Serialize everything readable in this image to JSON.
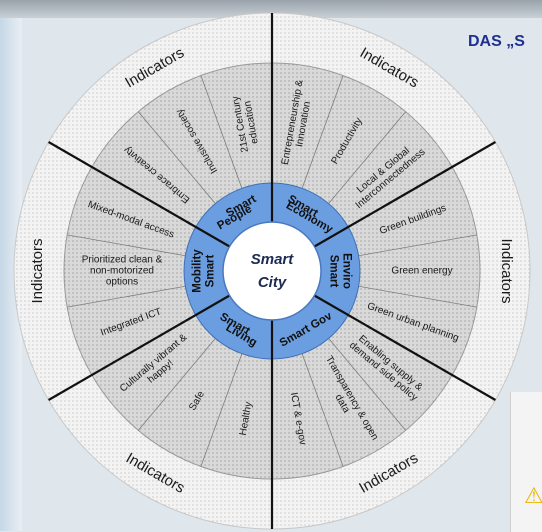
{
  "slide": {
    "title": "DAS „S",
    "warning_icon": "warning-triangle-icon"
  },
  "center": {
    "line1": "Smart",
    "line2": "City"
  },
  "outer_labels": [
    "Indicators",
    "Indicators",
    "Indicators",
    "Indicators",
    "Indicators",
    "Indicators"
  ],
  "dimensions": [
    {
      "name": "Smart People",
      "line1": "Smart",
      "line2": "People",
      "items": [
        "Embrace creativity",
        "Inclusive society",
        "21st Century education"
      ]
    },
    {
      "name": "Smart Economy",
      "line1": "Smart",
      "line2": "Economy",
      "items": [
        "Entrepreneurship & Innovation",
        "Productivity",
        "Local & Global Interconnectedness"
      ]
    },
    {
      "name": "Smart Enviro",
      "line1": "Smart",
      "line2": "Enviro",
      "items": [
        "Green buildings",
        "Green energy",
        "Green urban planning"
      ]
    },
    {
      "name": "Smart Gov",
      "line1": "Smart Gov",
      "line2": "",
      "items": [
        "Enabling supply & demand side policy",
        "Transparency & open data",
        "ICT & e-gov"
      ]
    },
    {
      "name": "Smart Living",
      "line1": "Smart",
      "line2": "Living",
      "items": [
        "Healthy",
        "Safe",
        "Culturally vibrant & happy!"
      ]
    },
    {
      "name": "Smart Mobility",
      "line1": "Smart",
      "line2": "Mobility",
      "items": [
        "Integrated ICT",
        "Prioritized clean & non-motorized options",
        "Mixed-modal access"
      ]
    }
  ],
  "colors": {
    "center": "#ffffff",
    "core": "#8bb2e8",
    "ring": "#6b9ee0",
    "items": "#d8d8d8",
    "outer": "#f2f2f2",
    "divider": "#111111"
  }
}
